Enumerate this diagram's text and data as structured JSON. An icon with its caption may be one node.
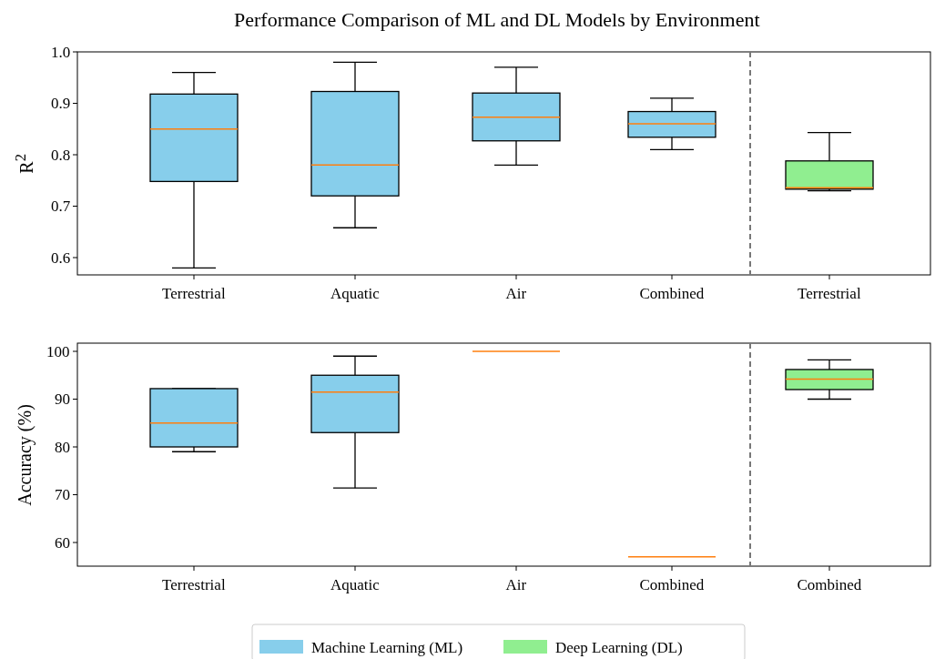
{
  "diagram": {
    "title": "Performance Comparison of ML and DL Models by Environment",
    "labels": [
      "1.0",
      "0.9",
      "0.8",
      "0.7",
      "0.6",
      "R$^{2}$",
      "Terrestrial",
      "Aquatic",
      "Air",
      "Combined",
      "Terrestrial",
      "100",
      "90",
      "80",
      "70",
      "60",
      "Accuracy (%)",
      "Terrestrial",
      "Aquatic",
      "Air",
      "Combined",
      "Combined"
    ],
    "legend": [
      {
        "text": "Machine Learning (ML)",
        "color": "#87ceeb"
      },
      {
        "text": "Deep Learning (DL)",
        "color": "#90ee90"
      }
    ]
  }
}
